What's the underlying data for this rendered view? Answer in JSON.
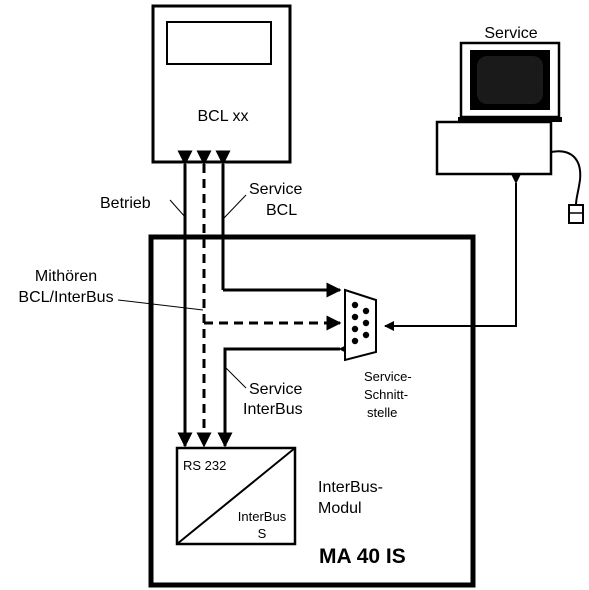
{
  "labels": {
    "bcl_device": "BCL xx",
    "service_pc": "Service",
    "betrieb": "Betrieb",
    "service_bcl_1": "Service",
    "service_bcl_2": "BCL",
    "mithoeren_1": "Mithören",
    "mithoeren_2": "BCL/InterBus",
    "service_interbus_1": "Service",
    "service_interbus_2": "InterBus",
    "schnittstelle_1": "Service-",
    "schnittstelle_2": "Schnitt-",
    "schnittstelle_3": "stelle",
    "rs232": "RS 232",
    "interbus_s_1": "InterBus",
    "interbus_s_2": "S",
    "interbus_modul_1": "InterBus-",
    "interbus_modul_2": "Modul",
    "ma40is": "MA 40 IS"
  },
  "colors": {
    "line": "#000000",
    "screen": "#1a1a1a",
    "background": "#ffffff"
  }
}
